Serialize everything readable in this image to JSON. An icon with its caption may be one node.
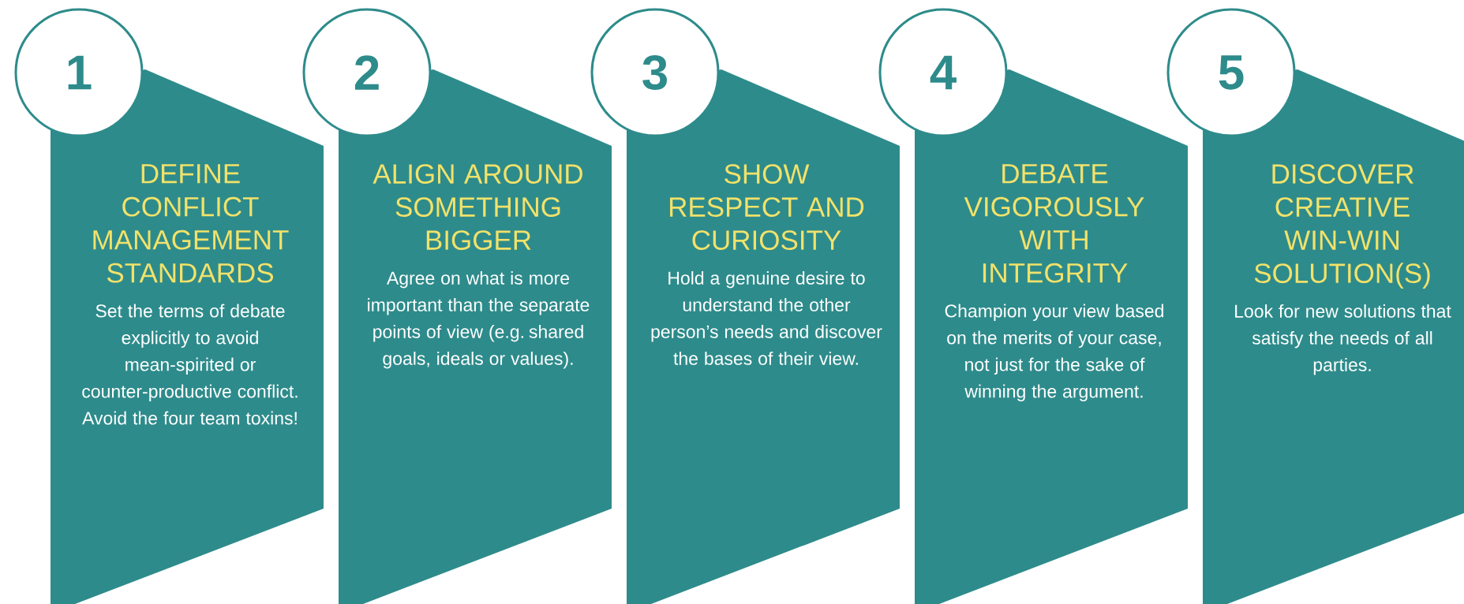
{
  "diagram": {
    "nodes": [
      {
        "text": [
          "1"
        ]
      },
      {
        "text": [
          "DEFINE CONFLICT MANAGEMENT STANDARDS",
          "Set the terms of debate explicitly to avoid mean-spirited or counter-productive conflict. Avoid the four team toxins!"
        ]
      },
      {
        "text": [
          "2"
        ]
      },
      {
        "text": [
          "ALIGN AROUND SOMETHING BIGGER",
          "Agree on what is more important than the separate points of view (e.g. shared goals, ideals or values)."
        ]
      },
      {
        "text": [
          "3"
        ]
      },
      {
        "text": [
          "SHOW RESPECT AND CURIOSITY",
          "Hold a genuine desire to understand the other person’s needs and discover the bases of their view."
        ]
      },
      {
        "text": [
          "4"
        ]
      },
      {
        "text": [
          "DEBATE VIGOROUSLY WITH INTEGRITY",
          "Champion your view based on the merits of your case, not just for the sake of winning the argument."
        ]
      },
      {
        "text": [
          "5"
        ]
      },
      {
        "text": [
          "DISCOVER CREATIVE WIN-WIN SOLUTION(S)",
          "Look for new solutions that satisfy the needs of all parties."
        ]
      }
    ]
  }
}
